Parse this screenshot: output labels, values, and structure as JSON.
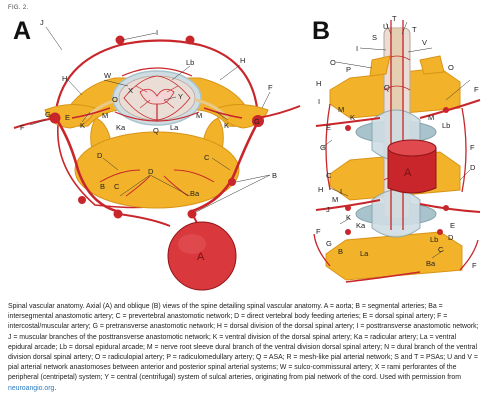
{
  "figure_label": "FIG. 2.",
  "panel_a_letter": "A",
  "panel_b_letter": "B",
  "panel_a_labels": {
    "J": "J",
    "I": "I",
    "H_left": "H",
    "H_right": "H",
    "Lb": "Lb",
    "W": "W",
    "X": "X",
    "O": "O",
    "Y": "Y",
    "Q": "Q",
    "G_left": "G",
    "G_right": "G",
    "E": "E",
    "F_left": "F",
    "F_right": "F",
    "K_left": "K",
    "K_right": "K",
    "M_left": "M",
    "M_right": "M",
    "Ka": "Ka",
    "La": "La",
    "D_left": "D",
    "D_center": "D",
    "C_left": "C",
    "C_right": "C",
    "B_left": "B",
    "B_right": "B",
    "Ba": "Ba",
    "A": "A"
  },
  "panel_b_labels": {
    "T_top": "T",
    "U": "U",
    "T_right": "T",
    "S": "S",
    "V": "V",
    "I_top": "I",
    "O_top": "O",
    "P": "P",
    "O_right": "O",
    "H_top": "H",
    "Q_top": "Q",
    "I_mid": "I",
    "M_left": "M",
    "K_left": "K",
    "M_right": "M",
    "Lb": "Lb",
    "E_left": "E",
    "F_top": "F",
    "G_left": "G",
    "F_right": "F",
    "A": "A",
    "D": "D",
    "C_left": "C",
    "H_low": "H",
    "I_low": "I",
    "M_low": "M",
    "J": "J",
    "K_low": "K",
    "Ka": "Ka",
    "F_low": "F",
    "E_right": "E",
    "G_low": "G",
    "D_low": "D",
    "Lb_low": "Lb",
    "C_low": "C",
    "B": "B",
    "La": "La",
    "Ba": "Ba",
    "F_bottom": "F"
  },
  "caption": {
    "text": "Spinal vascular anatomy. Axial (A) and oblique (B) views of the spine detailing spinal vascular anatomy. A = aorta; B = segmental arteries; Ba = intersegmental anastomotic artery; C = prevertebral anastomotic network; D = direct vertebral body feeding arteries; E = dorsal spinal artery; F = intercostal/muscular artery; G = pretransverse anastomotic network; H = dorsal division of the dorsal spinal artery; I = posttransverse anastomotic network; J = muscular branches of the posttransverse anastomotic network; K = ventral division of the dorsal spinal artery; Ka = radicular artery; La = ventral epidural arcade; Lb = dorsal epidural arcade; M = nerve root sleeve dural branch of the ventral division dorsal spinal artery; N = dural branch of the ventral division dorsal spinal artery; O = radiculopial artery; P = radiculomedullary artery; Q = ASA; R = mesh-like pial arterial network; S and T = PSAs; U and V = pial arterial network anastomoses between anterior and posterior spinal arterial systems; W = sulco-commissural artery; X = rami perforantes of the peripheral (centripetal) system; Y = central (centrifugal) system of sulcal arteries, originating from pial network of the cord. Used with permission from ",
    "link_text": "neuroangio.org",
    "end": "."
  },
  "colors": {
    "bone": "#f2b32a",
    "bone_dark": "#d99417",
    "artery": "#c8262a",
    "artery_dark": "#8e1418",
    "cord": "#e9ddd6",
    "disc": "#a9c3cc",
    "nerve": "#e9c98a"
  }
}
